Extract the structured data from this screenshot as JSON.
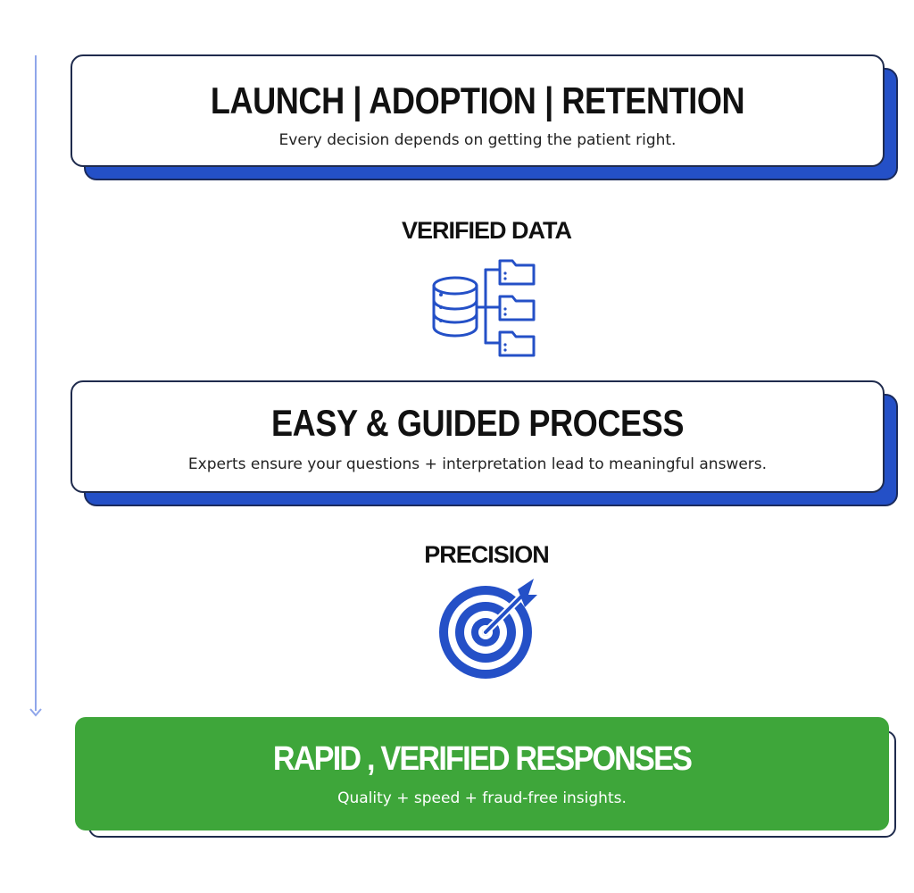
{
  "steps": [
    {
      "title": "LAUNCH | ADOPTION | RETENTION",
      "subtitle": "Every decision depends on getting the patient right."
    },
    {
      "title": "EASY & GUIDED PROCESS",
      "subtitle": "Experts ensure your questions + interpretation lead to meaningful answers."
    }
  ],
  "labels": {
    "verified_data": "VERIFIED DATA",
    "precision": "PRECISION"
  },
  "result": {
    "title": "RAPID , VERIFIED RESPONSES",
    "subtitle": "Quality + speed + fraud-free insights."
  },
  "icons": {
    "data": "database-folders-icon",
    "precision": "target-arrow-icon"
  },
  "colors": {
    "blue": "#2450c7",
    "green": "#3ea63a",
    "arrow": "#8fa6ea"
  }
}
